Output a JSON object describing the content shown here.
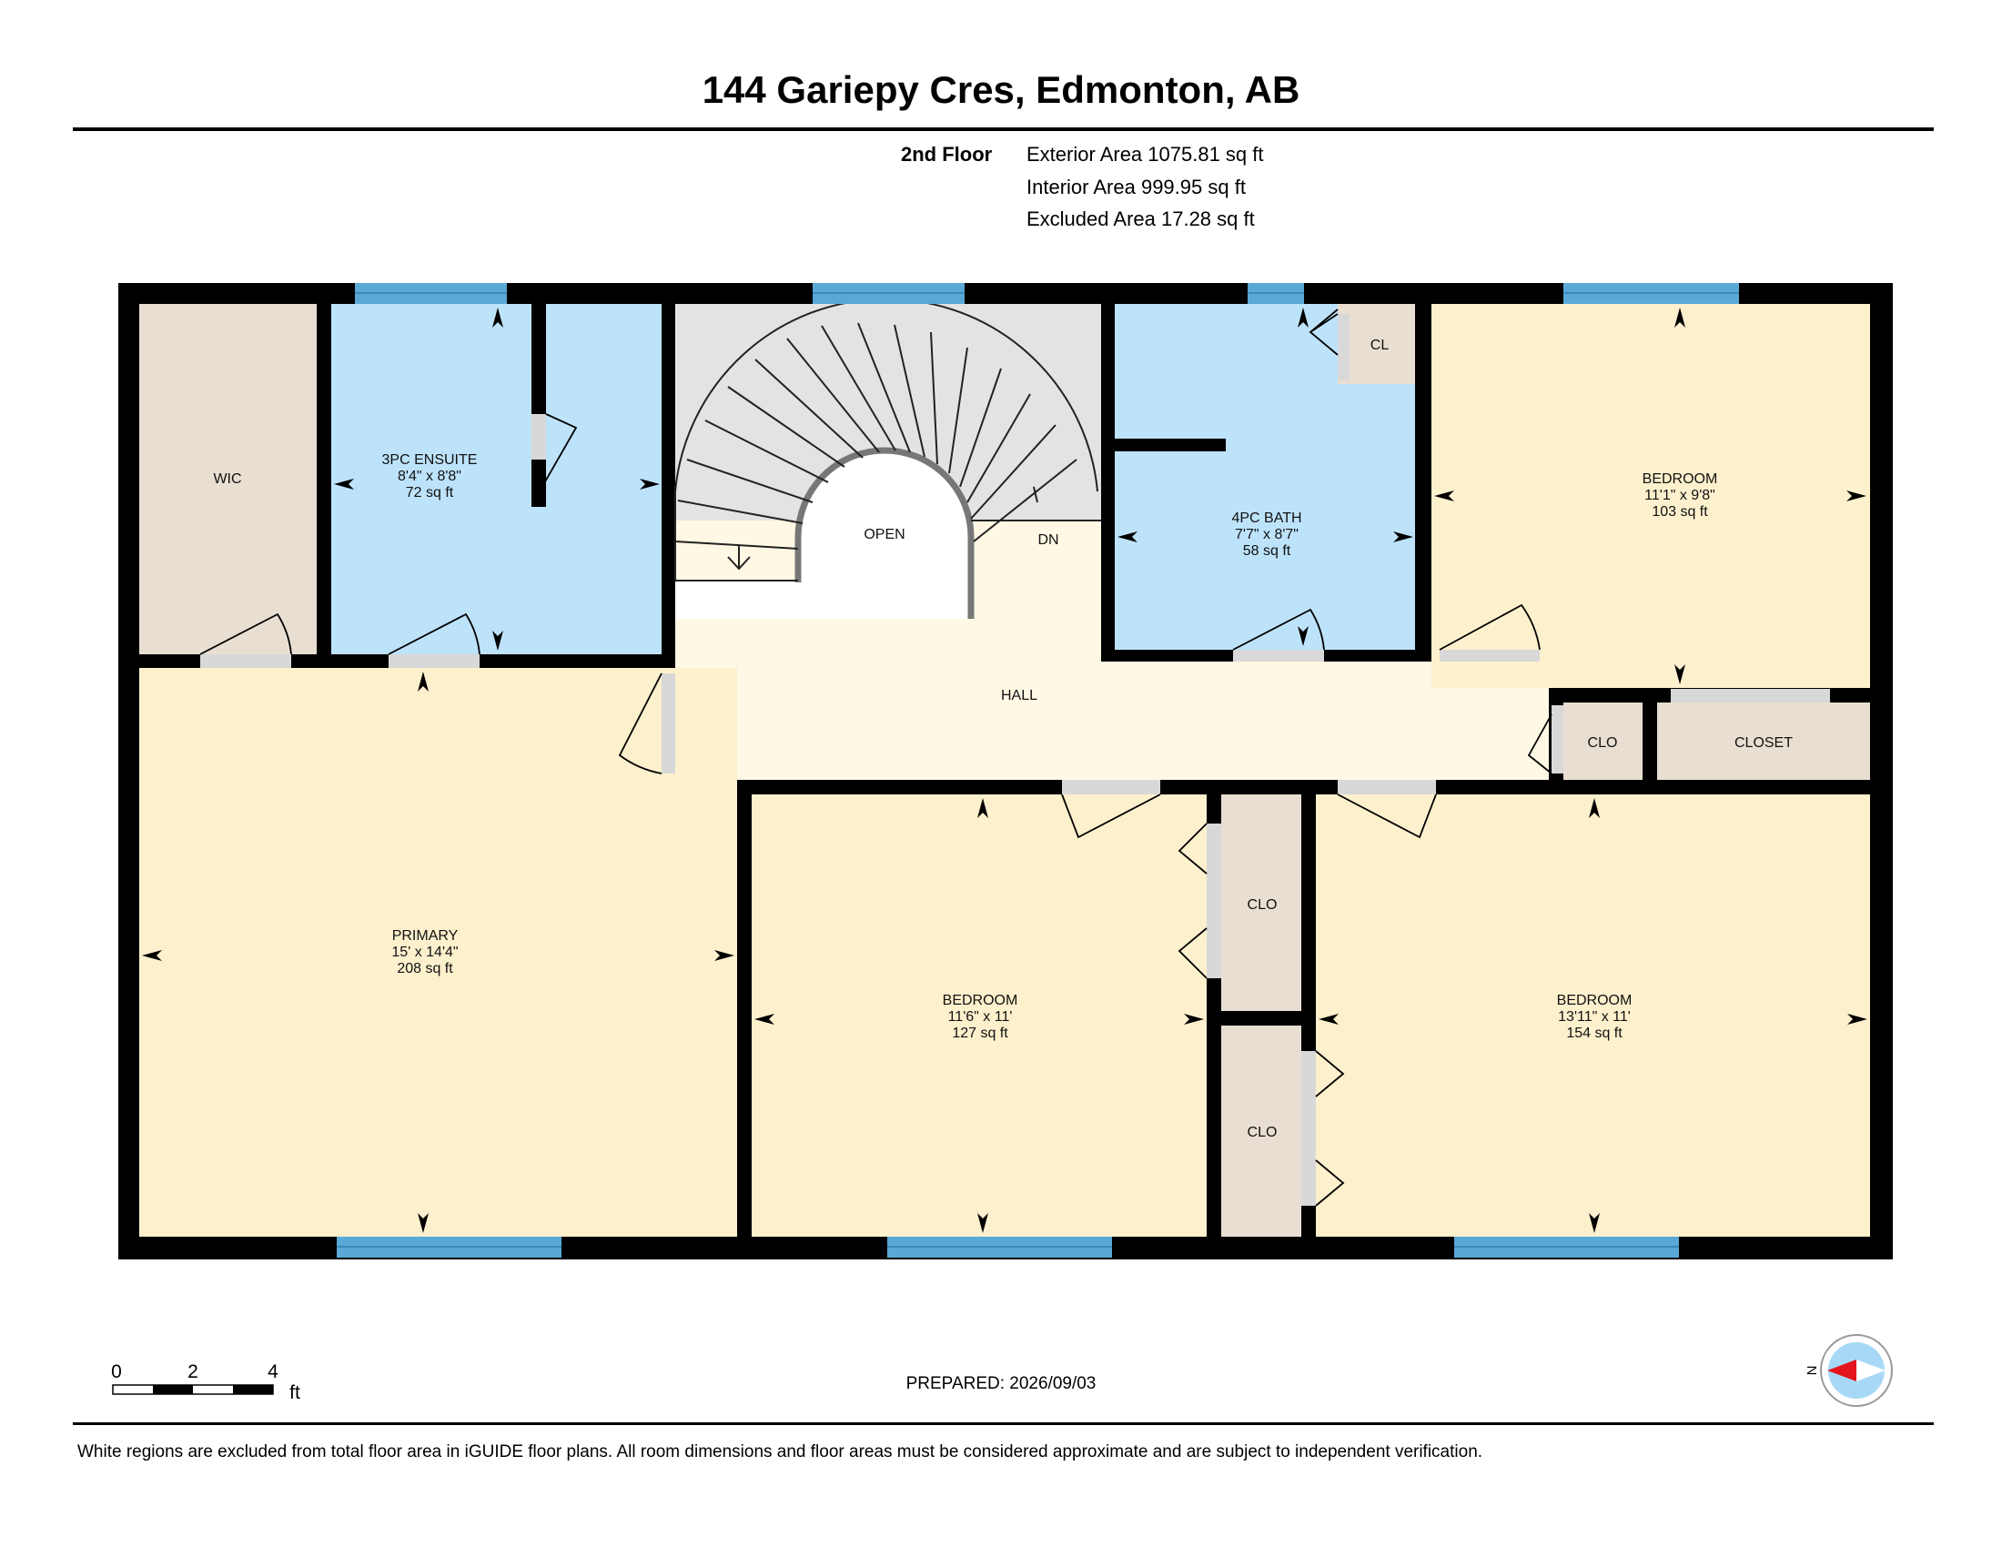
{
  "header": {
    "title": "144 Gariepy Cres, Edmonton, AB",
    "floor_label": "2nd Floor",
    "areas": [
      "Exterior Area 1075.81 sq ft",
      "Interior Area 999.95 sq ft",
      "Excluded Area 17.28 sq ft"
    ]
  },
  "rooms": {
    "wic": {
      "name": "WIC"
    },
    "ensuite": {
      "name": "3PC ENSUITE",
      "dims": "8'4\" x 8'8\"",
      "area": "72 sq ft"
    },
    "open": {
      "name": "OPEN"
    },
    "dn": {
      "name": "DN"
    },
    "bath4": {
      "name": "4PC BATH",
      "dims": "7'7\" x 8'7\"",
      "area": "58 sq ft"
    },
    "cl": {
      "name": "CL"
    },
    "bedroom_ne": {
      "name": "BEDROOM",
      "dims": "11'1\" x 9'8\"",
      "area": "103 sq ft"
    },
    "hall": {
      "name": "HALL"
    },
    "clo_hall": {
      "name": "CLO"
    },
    "closet": {
      "name": "CLOSET"
    },
    "primary": {
      "name": "PRIMARY",
      "dims": "15' x 14'4\"",
      "area": "208 sq ft"
    },
    "bedroom_s": {
      "name": "BEDROOM",
      "dims": "11'6\" x 11'",
      "area": "127 sq ft"
    },
    "clo_upper": {
      "name": "CLO"
    },
    "clo_lower": {
      "name": "CLO"
    },
    "bedroom_se": {
      "name": "BEDROOM",
      "dims": "13'11\" x 11'",
      "area": "154 sq ft"
    }
  },
  "scale": {
    "ticks": [
      "0",
      "2",
      "4"
    ],
    "unit": "ft"
  },
  "compass": {
    "label": "N"
  },
  "footer": {
    "prepared": "PREPARED: 2026/09/03",
    "note": "White regions are excluded from total floor area in iGUIDE floor plans. All room dimensions and floor areas must be considered approximate and are subject to independent verification."
  },
  "colors": {
    "bedroom": "#fdf0cd",
    "hall": "#fef8e4",
    "bath": "#bde3fb",
    "closet": "#e8dfd2",
    "stairs": "#e3e3e3",
    "window": "#5aa8d6",
    "wall": "#000000"
  }
}
